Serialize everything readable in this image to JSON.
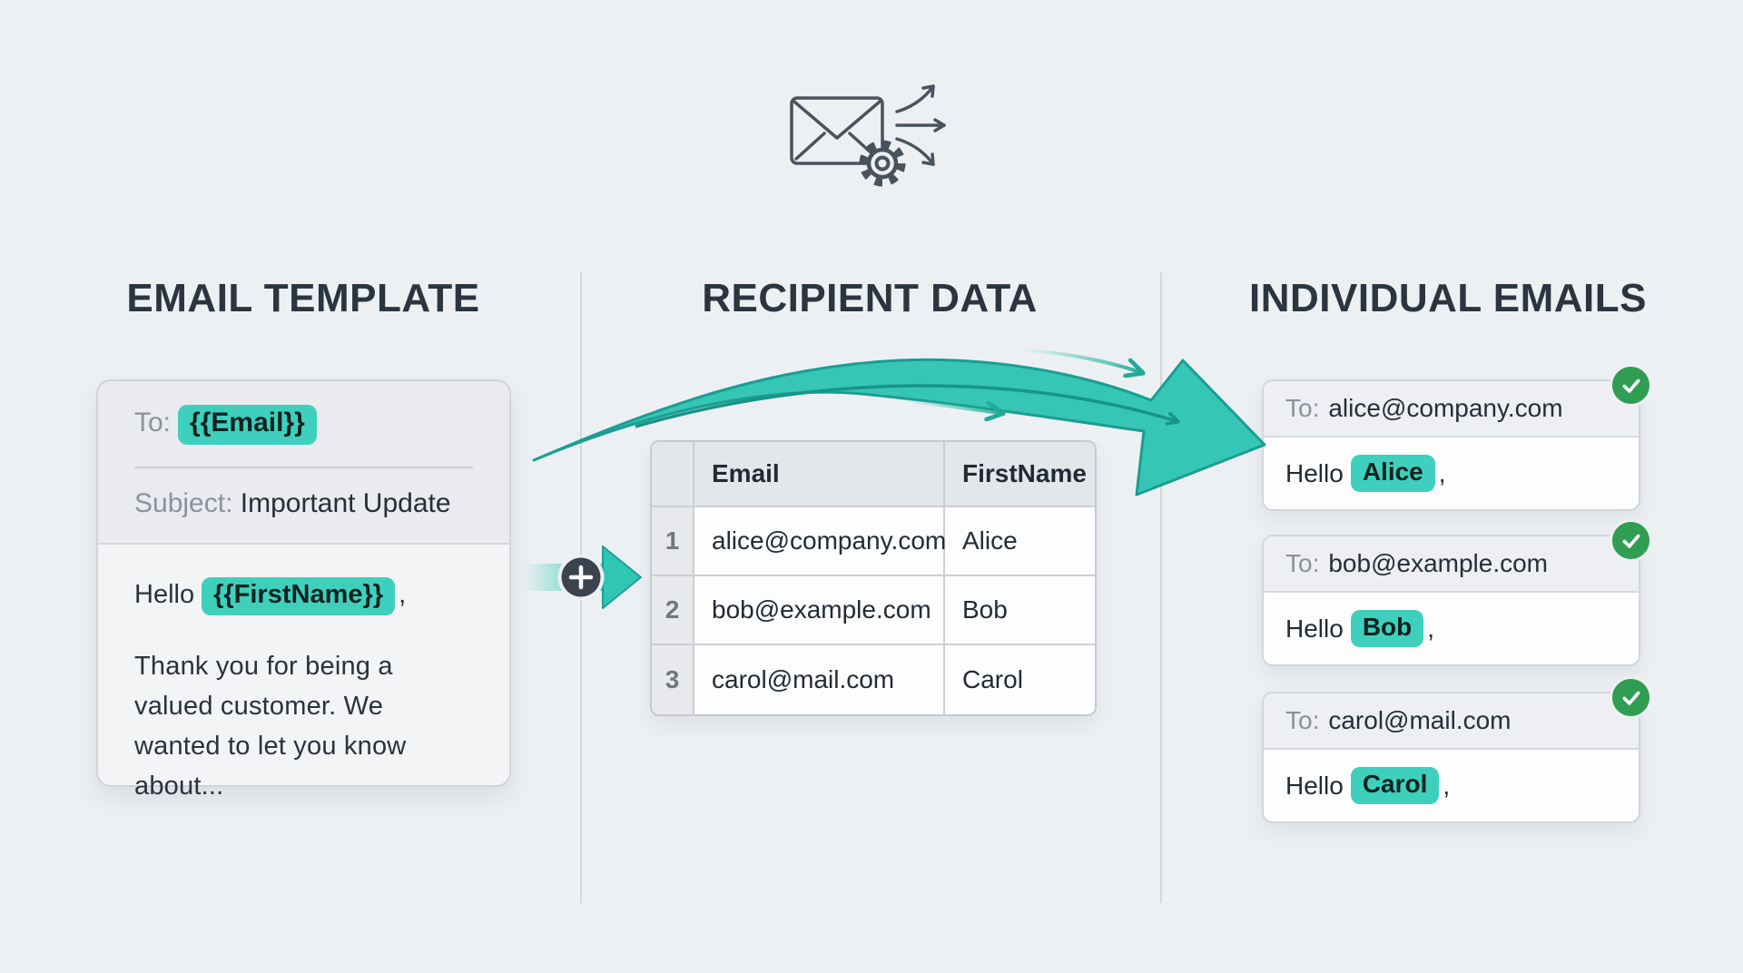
{
  "icons": {
    "hero": "envelope-send-gear-icon",
    "merge": "plus-icon",
    "sent_status": "check-icon"
  },
  "colors": {
    "accent_teal": "#3ed0bd",
    "arrow_teal": "#36c6b6",
    "arrow_outline": "#1b9e91",
    "success_green": "#2f9e52",
    "ink": "#2b3540",
    "muted": "#8b929b",
    "background": "#edf0f3"
  },
  "sections": {
    "template": {
      "title": "EMAIL TEMPLATE"
    },
    "data": {
      "title": "RECIPIENT DATA"
    },
    "emails": {
      "title": "INDIVIDUAL EMAILS"
    }
  },
  "template_card": {
    "to_label": "To:",
    "to_variable": "{{Email}}",
    "subject_label": "Subject:",
    "subject_value": "Important Update",
    "greeting_prefix": "Hello",
    "greeting_variable": "{{FirstName}}",
    "greeting_suffix": ",",
    "body": "Thank you for being a valued customer. We wanted to let you know about..."
  },
  "recipient_table": {
    "columns": [
      "Email",
      "FirstName"
    ],
    "rows": [
      {
        "num": "1",
        "email": "alice@company.com",
        "first_name": "Alice"
      },
      {
        "num": "2",
        "email": "bob@example.com",
        "first_name": "Bob"
      },
      {
        "num": "3",
        "email": "carol@mail.com",
        "first_name": "Carol"
      }
    ]
  },
  "individual_emails": [
    {
      "to_label": "To:",
      "address": "alice@company.com",
      "greeting_prefix": "Hello",
      "name": "Alice",
      "greeting_suffix": ","
    },
    {
      "to_label": "To:",
      "address": "bob@example.com",
      "greeting_prefix": "Hello",
      "name": "Bob",
      "greeting_suffix": ","
    },
    {
      "to_label": "To:",
      "address": "carol@mail.com",
      "greeting_prefix": "Hello",
      "name": "Carol",
      "greeting_suffix": ","
    }
  ]
}
